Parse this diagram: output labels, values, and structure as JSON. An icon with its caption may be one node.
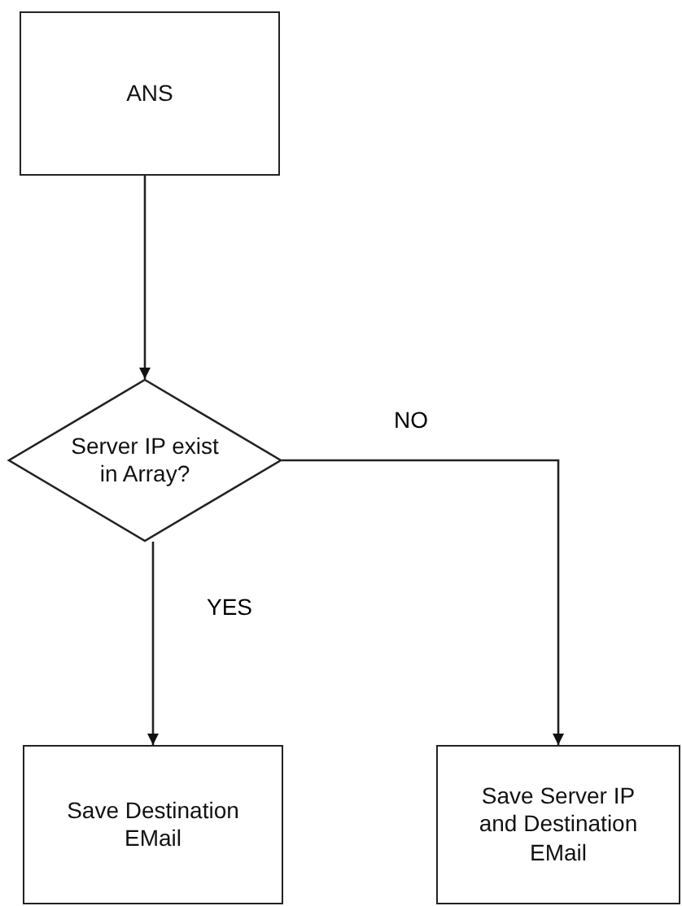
{
  "diagram": {
    "nodes": [
      {
        "text": [
          "ANS"
        ]
      },
      {
        "text": [
          "Server IP exist in Array?"
        ]
      },
      {
        "text": [
          "Save Destination EMail"
        ]
      },
      {
        "text": [
          "Save Server IP and Destination EMail"
        ]
      }
    ],
    "edges": [
      {
        "from": 0,
        "to": 1,
        "arrow": "to"
      },
      {
        "from": 1,
        "to": 2,
        "arrow": "to",
        "label": "YES"
      },
      {
        "from": 1,
        "to": 3,
        "arrow": "to",
        "label": "NO"
      }
    ]
  }
}
